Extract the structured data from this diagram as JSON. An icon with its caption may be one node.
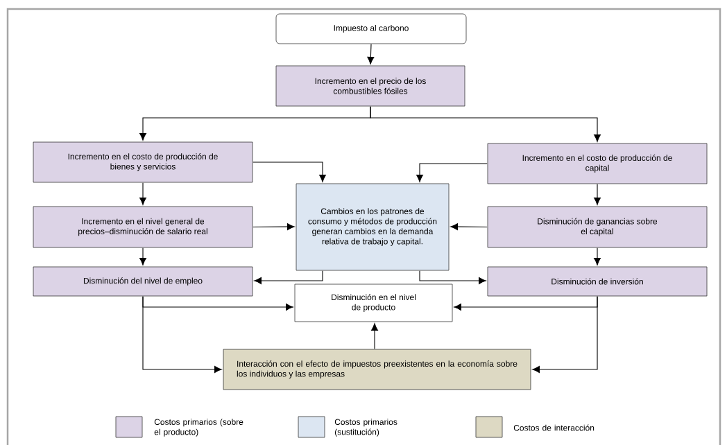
{
  "diagram": {
    "nodes": [
      {
        "text": [
          "Impuesto al carbono"
        ]
      },
      {
        "text": [
          "Incremento en el precio de los combustibles fósiles"
        ]
      },
      {
        "text": [
          "Incremento en el costo de producción de bienes y servicios"
        ]
      },
      {
        "text": [
          "Incremento en el costo de producción de capital"
        ]
      },
      {
        "text": [
          "Cambios en los patrones de consumo y métodos de producción generan cambios en la demanda relativa de trabajo y capital."
        ]
      },
      {
        "text": [
          "Incremento en el nivel general de precios–disminución de salario real"
        ]
      },
      {
        "text": [
          "Disminución de ganancias sobre el capital"
        ]
      },
      {
        "text": [
          "Disminución del nivel de empleo"
        ]
      },
      {
        "text": [
          "Disminución de inversión"
        ]
      },
      {
        "text": [
          "Disminución en el nivel de producto"
        ]
      },
      {
        "text": [
          "Interacción con el efecto de impuestos preexistentes en la economía sobre los individuos y las empresas"
        ]
      }
    ],
    "edges": [
      {
        "from": 0,
        "to": 1,
        "arrow": "to"
      },
      {
        "from": 1,
        "to": 2,
        "arrow": "to"
      },
      {
        "from": 1,
        "to": 3,
        "arrow": "to"
      },
      {
        "from": 2,
        "to": 4,
        "arrow": "to"
      },
      {
        "from": 3,
        "to": 4,
        "arrow": "to"
      },
      {
        "from": 2,
        "to": 5,
        "arrow": "to"
      },
      {
        "from": 3,
        "to": 6,
        "arrow": "to"
      },
      {
        "from": 5,
        "to": 4,
        "arrow": "to"
      },
      {
        "from": 6,
        "to": 4,
        "arrow": "to"
      },
      {
        "from": 5,
        "to": 7,
        "arrow": "to"
      },
      {
        "from": 6,
        "to": 8,
        "arrow": "to"
      },
      {
        "from": 4,
        "to": 7,
        "arrow": "to"
      },
      {
        "from": 4,
        "to": 8,
        "arrow": "to"
      },
      {
        "from": 7,
        "to": 9,
        "arrow": "to"
      },
      {
        "from": 8,
        "to": 9,
        "arrow": "to"
      },
      {
        "from": 7,
        "to": 10,
        "arrow": "to"
      },
      {
        "from": 8,
        "to": 10,
        "arrow": "to"
      },
      {
        "from": 10,
        "to": 9,
        "arrow": "to"
      }
    ],
    "legend": [
      {
        "text": "Costos primarios (sobre el producto)",
        "color": "#dcd3e6"
      },
      {
        "text": "Costos primarios (sustitución)",
        "color": "#dce6f2"
      },
      {
        "text": "Costos de interacción",
        "color": "#ddd9c3"
      }
    ]
  }
}
